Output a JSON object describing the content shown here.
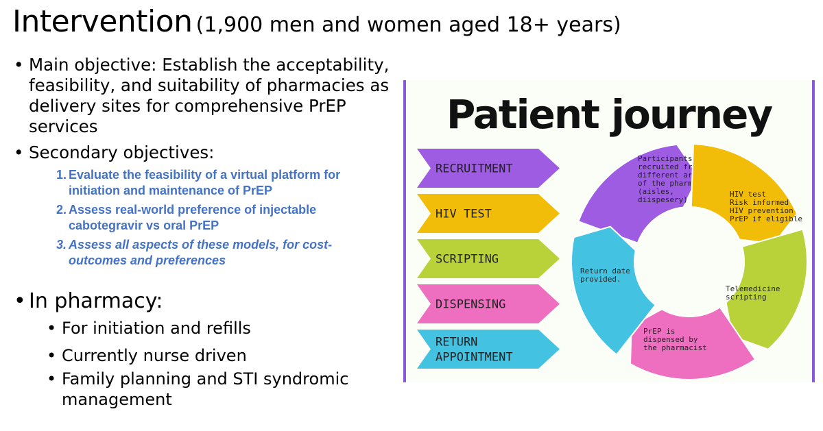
{
  "title": {
    "main": "Intervention",
    "sub": "(1,900 men and women aged 18+ years)"
  },
  "objectives": {
    "main": "Main objective: Establish the acceptability, feasibility, and suitability of pharmacies as delivery sites for comprehensive PrEP services",
    "secondary_label": "Secondary objectives:",
    "secondary": [
      {
        "num": "1.",
        "text": "Evaluate the feasibility of a virtual platform for initiation and maintenance of PrEP"
      },
      {
        "num": "2.",
        "text": "Assess real-world preference of injectable cabotegravir vs oral PrEP"
      },
      {
        "num": "3.",
        "text": "Assess all aspects of these models, for cost-outcomes and preferences"
      }
    ]
  },
  "pharmacy": {
    "label": "In pharmacy:",
    "items": [
      "For initiation and refills",
      "Currently nurse driven",
      "Family planning and STI syndromic management"
    ]
  },
  "diagram": {
    "title": "Patient journey",
    "steps": [
      {
        "lines": [
          "RECRUITMENT"
        ],
        "color": "#9d5ce2"
      },
      {
        "lines": [
          "HIV TEST"
        ],
        "color": "#f2bd09"
      },
      {
        "lines": [
          "SCRIPTING"
        ],
        "color": "#b9d23a"
      },
      {
        "lines": [
          "DISPENSING"
        ],
        "color": "#ee6fbf"
      },
      {
        "lines": [
          "RETURN",
          "APPOINTMENT"
        ],
        "color": "#43c2e1"
      }
    ],
    "cycle": [
      {
        "lines": [
          "Participants are",
          "recruited from",
          "different areas",
          "of the pharmacy",
          "(aisles,",
          "diispesery)"
        ],
        "color": "#9d5ce2"
      },
      {
        "lines": [
          "HIV test",
          "Risk informed",
          "HIV prevention",
          "PrEP if eligible"
        ],
        "color": "#f2bd09"
      },
      {
        "lines": [
          "Telemedicine",
          "scripting"
        ],
        "color": "#b9d23a"
      },
      {
        "lines": [
          "PrEP is",
          "dispensed by",
          "the pharmacist"
        ],
        "color": "#ee6fbf"
      },
      {
        "lines": [
          "Return date",
          "provided."
        ],
        "color": "#43c2e1"
      }
    ],
    "border_color": "#8a5bd8"
  }
}
